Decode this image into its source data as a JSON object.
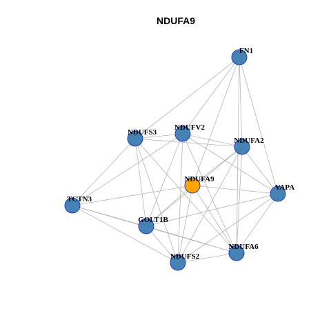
{
  "title": "NDUFA9",
  "colors": {
    "node": "#4682b4",
    "focus": "#ffa500",
    "node_border": "#1f3fbf",
    "edge": "#b4b4b4"
  },
  "nodes": [
    {
      "id": "FN1",
      "label": "FN1",
      "focus": false
    },
    {
      "id": "NDUFS3",
      "label": "NDUFS3",
      "focus": false
    },
    {
      "id": "NDUFV2",
      "label": "NDUFV2",
      "focus": false
    },
    {
      "id": "NDUFA2",
      "label": "NDUFA2",
      "focus": false
    },
    {
      "id": "NDUFA9",
      "label": "NDUFA9",
      "focus": true
    },
    {
      "id": "VAPA",
      "label": "VAPA",
      "focus": false
    },
    {
      "id": "TCTN3",
      "label": "TCTN3",
      "focus": false
    },
    {
      "id": "GOLT1B",
      "label": "GOLT1B",
      "focus": false
    },
    {
      "id": "NDUFA6",
      "label": "NDUFA6",
      "focus": false
    },
    {
      "id": "NDUFS2",
      "label": "NDUFS2",
      "focus": false
    }
  ],
  "edges": [
    [
      "FN1",
      "NDUFS3"
    ],
    [
      "FN1",
      "NDUFV2"
    ],
    [
      "FN1",
      "NDUFA2"
    ],
    [
      "FN1",
      "NDUFA9"
    ],
    [
      "FN1",
      "VAPA"
    ],
    [
      "FN1",
      "NDUFA6"
    ],
    [
      "NDUFS3",
      "NDUFV2"
    ],
    [
      "NDUFS3",
      "NDUFA2"
    ],
    [
      "NDUFS3",
      "TCTN3"
    ],
    [
      "NDUFS3",
      "GOLT1B"
    ],
    [
      "NDUFS3",
      "NDUFS2"
    ],
    [
      "NDUFS3",
      "NDUFA6"
    ],
    [
      "NDUFV2",
      "NDUFA2"
    ],
    [
      "NDUFV2",
      "VAPA"
    ],
    [
      "NDUFV2",
      "TCTN3"
    ],
    [
      "NDUFV2",
      "GOLT1B"
    ],
    [
      "NDUFV2",
      "NDUFS2"
    ],
    [
      "NDUFV2",
      "NDUFA6"
    ],
    [
      "NDUFA2",
      "NDUFA9"
    ],
    [
      "NDUFA2",
      "VAPA"
    ],
    [
      "NDUFA2",
      "GOLT1B"
    ],
    [
      "NDUFA2",
      "NDUFS2"
    ],
    [
      "NDUFA2",
      "NDUFA6"
    ],
    [
      "NDUFA9",
      "VAPA"
    ],
    [
      "NDUFA9",
      "TCTN3"
    ],
    [
      "NDUFA9",
      "GOLT1B"
    ],
    [
      "NDUFA9",
      "NDUFS2"
    ],
    [
      "NDUFA9",
      "NDUFA6"
    ],
    [
      "VAPA",
      "GOLT1B"
    ],
    [
      "VAPA",
      "NDUFS2"
    ],
    [
      "VAPA",
      "NDUFA6"
    ],
    [
      "TCTN3",
      "GOLT1B"
    ],
    [
      "TCTN3",
      "NDUFS2"
    ],
    [
      "TCTN3",
      "NDUFA6"
    ],
    [
      "GOLT1B",
      "NDUFS2"
    ],
    [
      "GOLT1B",
      "NDUFA6"
    ],
    [
      "NDUFS2",
      "NDUFA6"
    ]
  ]
}
